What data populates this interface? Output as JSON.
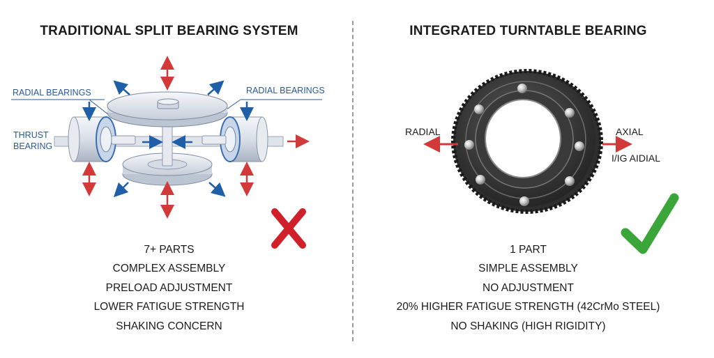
{
  "left": {
    "title": "TRADITIONAL SPLIT BEARING SYSTEM",
    "labels": {
      "radial_left": "RADIAL BEARINGS",
      "radial_right": "RADIAL BEARINGS",
      "thrust_line1": "THRUST",
      "thrust_line2": "BEARING"
    },
    "points": [
      "7+ PARTS",
      "COMPLEX ASSEMBLY",
      "PRELOAD ADJUSTMENT",
      "LOWER FATIGUE STRENGTH",
      "SHAKING CONCERN"
    ],
    "verdict_icon": "cross-icon",
    "verdict_color": "#d0212a"
  },
  "right": {
    "title": "INTEGRATED TURNTABLE BEARING",
    "labels": {
      "radial": "RADIAL",
      "axial": "AXIAL",
      "axial_sub": "I/IG AIDIAL"
    },
    "points": [
      "1 PART",
      "SIMPLE ASSEMBLY",
      "NO ADJUSTMENT",
      "20% HIGHER FATIGUE STRENGTH (42CrMo STEEL)",
      "NO SHAKING (HIGH RIGIDITY)"
    ],
    "verdict_icon": "check-icon",
    "verdict_color": "#3aa63a"
  },
  "colors": {
    "arrow_red": "#d23a3a",
    "arrow_blue": "#1f5fa8",
    "label_blue": "#2a5a9a"
  }
}
